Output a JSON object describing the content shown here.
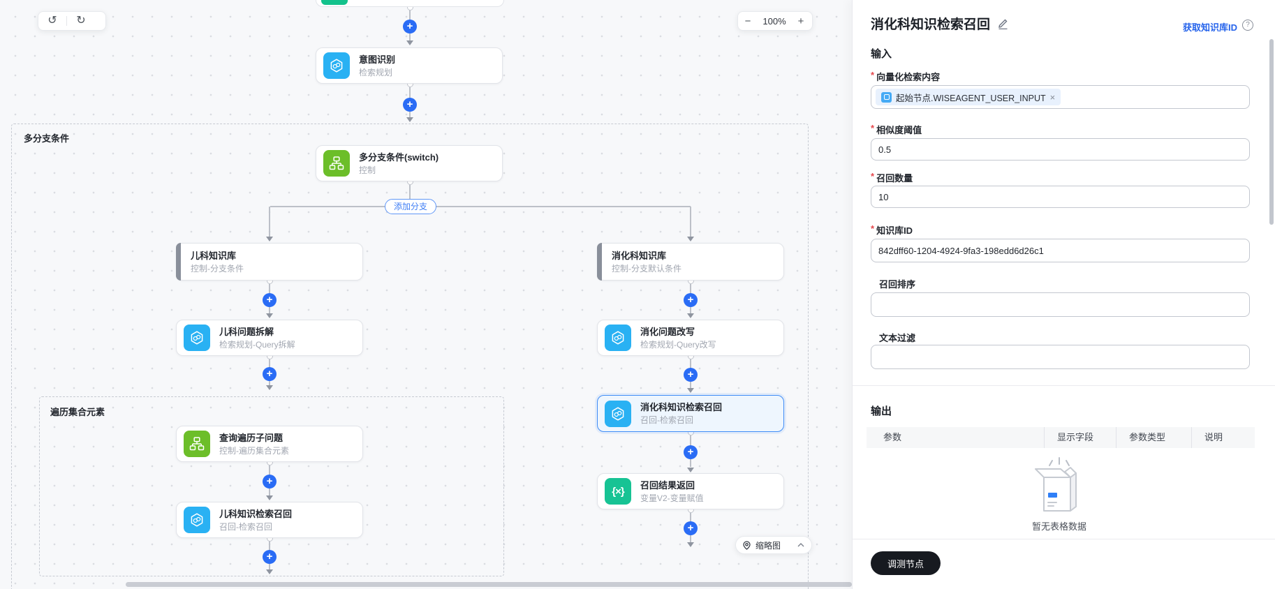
{
  "canvas": {
    "toolbar": {
      "undo_glyph": "↺",
      "redo_glyph": "↻"
    },
    "zoom_control": {
      "minus": "−",
      "level": "100%",
      "plus": "+"
    },
    "plus_icon": "+",
    "add_branch_label": "添加分支",
    "minimap_label": "缩略图",
    "groups": {
      "switch_group_label": "多分支条件",
      "loop_group_label": "遍历集合元素"
    },
    "nodes": {
      "intent": {
        "title": "意图识别",
        "subtitle": "检索规划"
      },
      "switch": {
        "title": "多分支条件(switch)",
        "subtitle": "控制"
      },
      "pediatric_kb": {
        "title": "儿科知识库",
        "subtitle": "控制-分支条件"
      },
      "digest_kb": {
        "title": "消化科知识库",
        "subtitle": "控制-分支默认条件"
      },
      "pediatric_split": {
        "title": "儿科问题拆解",
        "subtitle": "检索规划-Query拆解"
      },
      "digest_rewrite": {
        "title": "消化问题改写",
        "subtitle": "检索规划-Query改写"
      },
      "loop_query": {
        "title": "查询遍历子问题",
        "subtitle": "控制-遍历集合元素"
      },
      "pediatric_recall": {
        "title": "儿科知识检索召回",
        "subtitle": "召回-检索召回"
      },
      "digest_recall": {
        "title": "消化科知识检索召回",
        "subtitle": "召回-检索召回"
      },
      "result_return": {
        "title": "召回结果返回",
        "subtitle": "变量V2-变量赋值"
      }
    },
    "icon_glyphs": {
      "variable_node": "{×}"
    }
  },
  "panel": {
    "title": "消化科知识检索召回",
    "kb_id_link": "获取知识库ID",
    "help_glyph": "?",
    "required_mark": "*",
    "input_heading": "输入",
    "fields": {
      "vector_query": {
        "label": "向量化检索内容",
        "tag_text": "起始节点.WISEAGENT_USER_INPUT",
        "tag_close": "×"
      },
      "similarity": {
        "label": "相似度阈值",
        "value": "0.5"
      },
      "recall_count": {
        "label": "召回数量",
        "value": "10"
      },
      "kb_id": {
        "label": "知识库ID",
        "value": "842dff60-1204-4924-9fa3-198edd6d26c1"
      },
      "recall_sort": {
        "label": "召回排序",
        "value": ""
      },
      "text_filter": {
        "label": "文本过滤",
        "value": ""
      }
    },
    "output_heading": "输出",
    "table_headers": {
      "param": "参数",
      "display_field": "显示字段",
      "param_type": "参数类型",
      "description": "说明"
    },
    "empty_text": "暂无表格数据",
    "debug_button_label": "调测节点"
  },
  "colors": {
    "accent_blue": "#2a6cf5",
    "node_blue": "#29b1f3",
    "node_green": "#6cbe29",
    "node_teal": "#17c394",
    "link_blue": "#2563eb",
    "selected_border": "#3f8cf7"
  }
}
